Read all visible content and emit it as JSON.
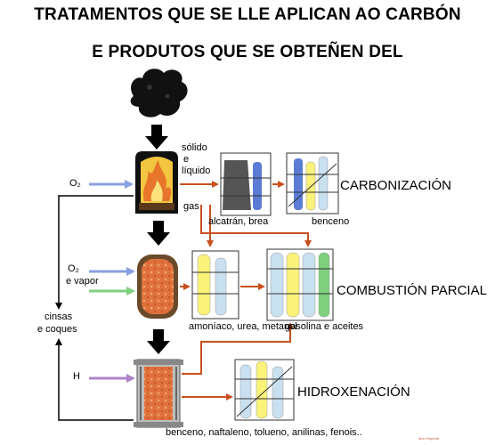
{
  "title": {
    "line1": "TRATAMENTOS QUE SE LLE APLICAN AO CARBÓN",
    "line2": "E PRODUTOS QUE SE OBTEÑEN DEL"
  },
  "inputs": {
    "o2_top": "O₂",
    "o2_mid": "O₂",
    "vapor": "e vapor",
    "h": "H"
  },
  "outputs": {
    "solido": "sólido",
    "e": "e",
    "liquido": "líquido",
    "gas": "gas",
    "ash_line1": "cinsas",
    "ash_line2": "e coques"
  },
  "processes": {
    "carbonization": "CARBONIZACIÓN",
    "partial_combustion": "COMBUSTIÓN PARCIAL",
    "hydrogenation": "HIDROXENACIÓN"
  },
  "products": {
    "tar": "alcatrán, brea",
    "benzene": "benceno",
    "ammonia": "amoníaco, urea, metanol",
    "gasoline": "gasolina e aceites",
    "aromatics": "benceno, naftaleno, tolueno, anilinas, fenois.."
  },
  "credit": "Mon Deporte",
  "colors": {
    "flow_arrow": "#c8501e",
    "o2_arrow": "#8aa0e0",
    "vapor_arrow": "#7ed07e",
    "h_arrow": "#b084c8",
    "main_arrow": "#000000",
    "reactor_red": "#e0703c"
  }
}
